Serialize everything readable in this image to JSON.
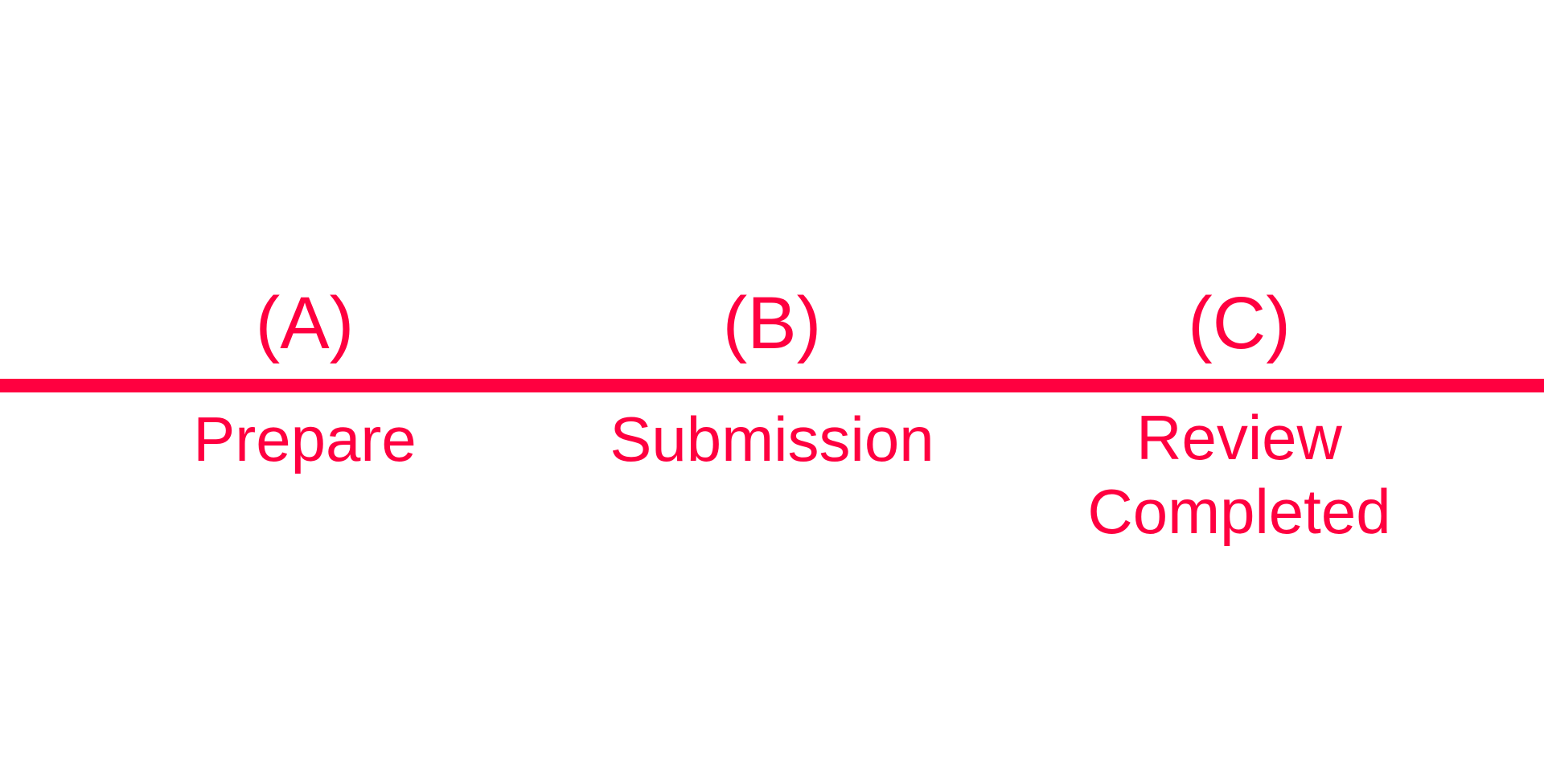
{
  "colors": {
    "accent": "#ff0040",
    "background": "#ffffff"
  },
  "steps": [
    {
      "letter": "(A)",
      "label": "Prepare"
    },
    {
      "letter": "(B)",
      "label": "Submission"
    },
    {
      "letter": "(C)",
      "label_lines": [
        "Review",
        "Completed"
      ]
    }
  ]
}
